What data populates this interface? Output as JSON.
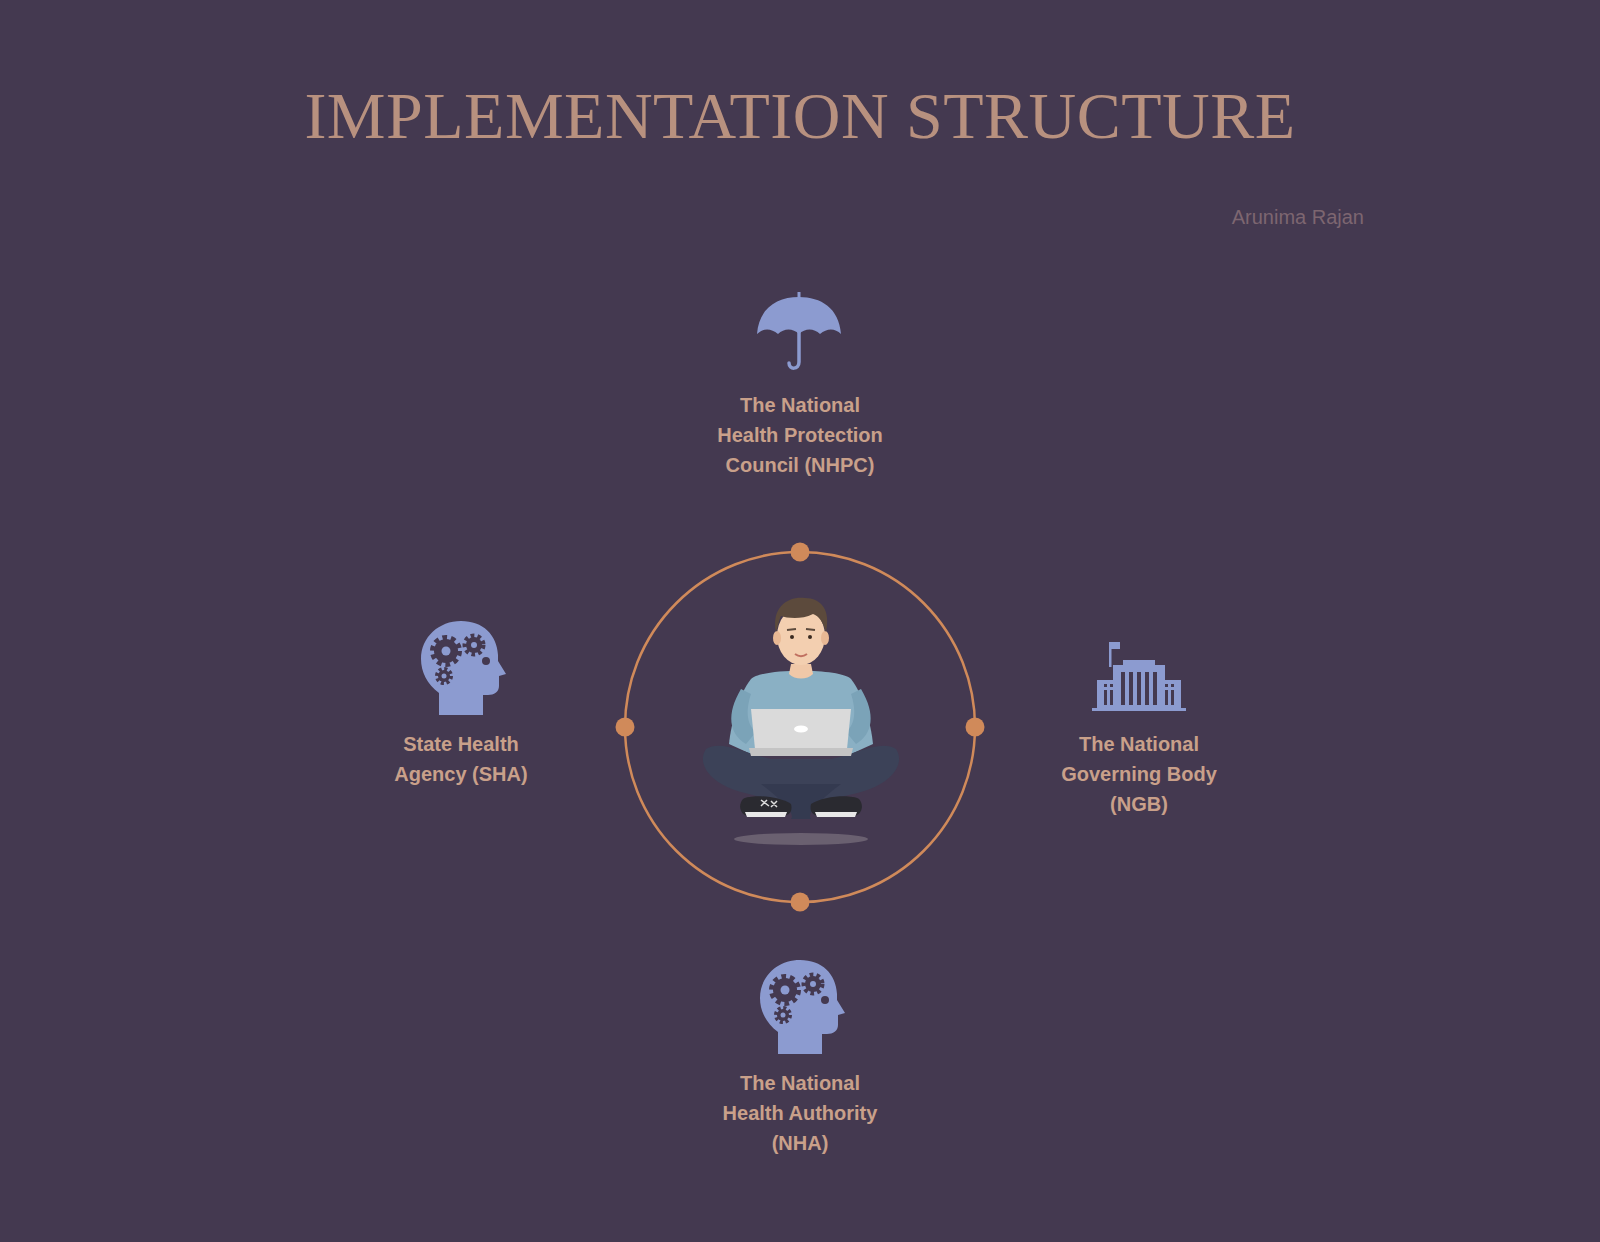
{
  "diagram": {
    "title": "IMPLEMENTATION STRUCTURE",
    "labels": [
      "Arunima Rajan",
      "The National Health Protection Council (NHPC)",
      "State Health Agency (SHA)",
      "The National Governing Body (NGB)",
      "The National Health Authority (NHA)"
    ]
  }
}
